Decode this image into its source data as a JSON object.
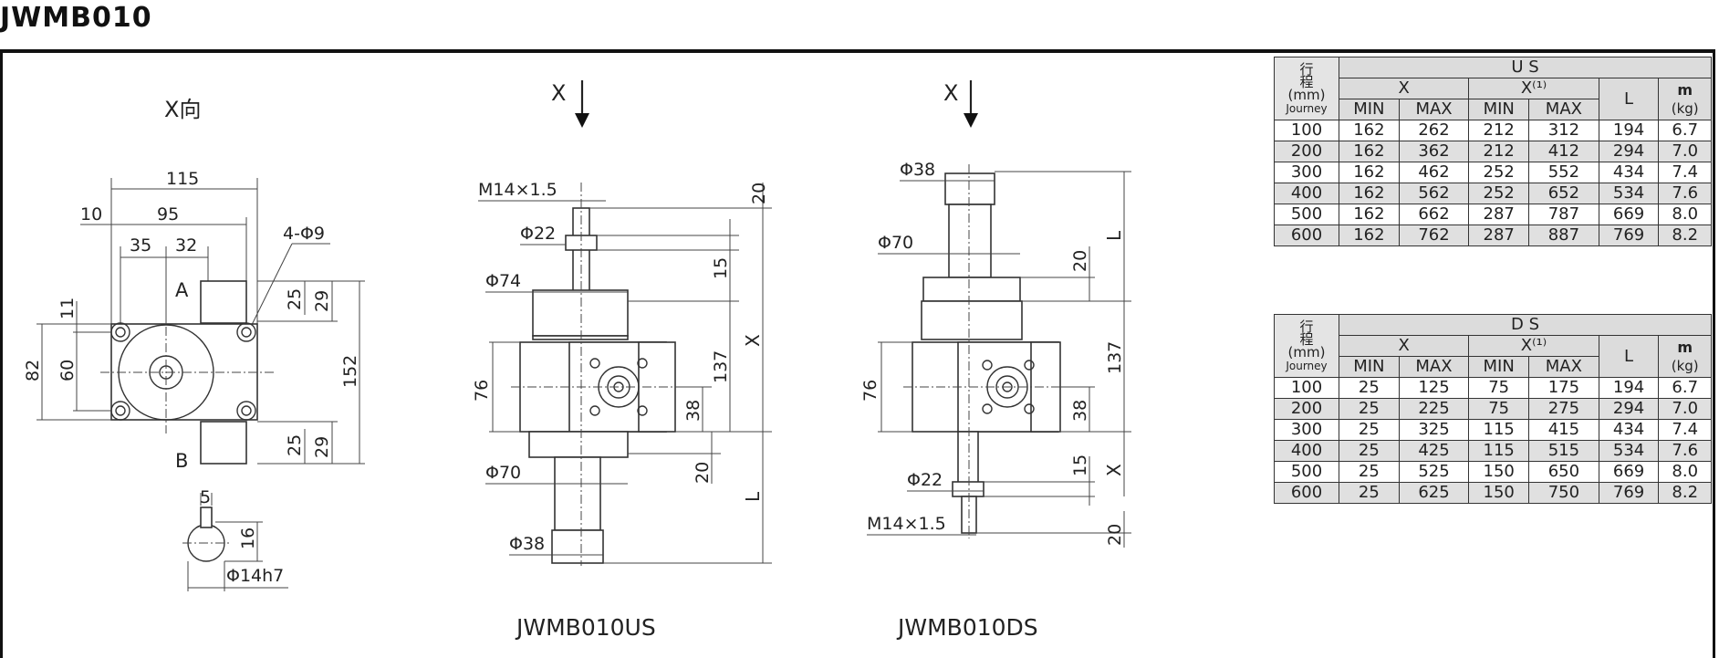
{
  "page": {
    "title": "JWMB010"
  },
  "views": {
    "side": {
      "direction_label": "X向",
      "dims": [
        "115",
        "10",
        "95",
        "35",
        "32",
        "4-Φ9",
        "A",
        "B",
        "25",
        "29",
        "11",
        "82",
        "60",
        "152",
        "25",
        "29"
      ],
      "shaft": [
        "5",
        "16",
        "Φ14h7"
      ]
    },
    "us": {
      "caption": "JWMB010US",
      "arrow_label": "X",
      "dims": {
        "thread": "M14×1.5",
        "d22": "Φ22",
        "d74": "Φ74",
        "d70": "Φ70",
        "d38": "Φ38",
        "h20a": "20",
        "h15": "15",
        "h137": "137",
        "hX": "X",
        "h76": "76",
        "h38": "38",
        "h20b": "20",
        "hL": "L"
      }
    },
    "ds": {
      "caption": "JWMB010DS",
      "arrow_label": "X",
      "dims": {
        "d38": "Φ38",
        "d70": "Φ70",
        "d22": "Φ22",
        "thread": "M14×1.5",
        "hL": "L",
        "h20a": "20",
        "h137": "137",
        "h76": "76",
        "h38": "38",
        "h15": "15",
        "hX": "X",
        "h20b": "20"
      }
    }
  },
  "tables": {
    "us": {
      "title": "U  S",
      "stroke_header": [
        "行",
        "程",
        "(mm)",
        "Journey"
      ],
      "x_label": "X",
      "x1_label": "X⁽¹⁾",
      "l_label": "L",
      "mass_label": "m",
      "kg_label": "(kg)",
      "cols": [
        "MIN",
        "MAX",
        "MIN",
        "MAX"
      ],
      "rows": [
        [
          "100",
          "162",
          "262",
          "212",
          "312",
          "194",
          "6.7"
        ],
        [
          "200",
          "162",
          "362",
          "212",
          "412",
          "294",
          "7.0"
        ],
        [
          "300",
          "162",
          "462",
          "252",
          "552",
          "434",
          "7.4"
        ],
        [
          "400",
          "162",
          "562",
          "252",
          "652",
          "534",
          "7.6"
        ],
        [
          "500",
          "162",
          "662",
          "287",
          "787",
          "669",
          "8.0"
        ],
        [
          "600",
          "162",
          "762",
          "287",
          "887",
          "769",
          "8.2"
        ]
      ]
    },
    "ds": {
      "title": "D  S",
      "stroke_header": [
        "行",
        "程",
        "(mm)",
        "Journey"
      ],
      "x_label": "X",
      "x1_label": "X⁽¹⁾",
      "l_label": "L",
      "mass_label": "m",
      "kg_label": "(kg)",
      "cols": [
        "MIN",
        "MAX",
        "MIN",
        "MAX"
      ],
      "rows": [
        [
          "100",
          "25",
          "125",
          "75",
          "175",
          "194",
          "6.7"
        ],
        [
          "200",
          "25",
          "225",
          "75",
          "275",
          "294",
          "7.0"
        ],
        [
          "300",
          "25",
          "325",
          "115",
          "415",
          "434",
          "7.4"
        ],
        [
          "400",
          "25",
          "425",
          "115",
          "515",
          "534",
          "7.6"
        ],
        [
          "500",
          "25",
          "525",
          "150",
          "650",
          "669",
          "8.0"
        ],
        [
          "600",
          "25",
          "625",
          "150",
          "750",
          "769",
          "8.2"
        ]
      ]
    }
  }
}
